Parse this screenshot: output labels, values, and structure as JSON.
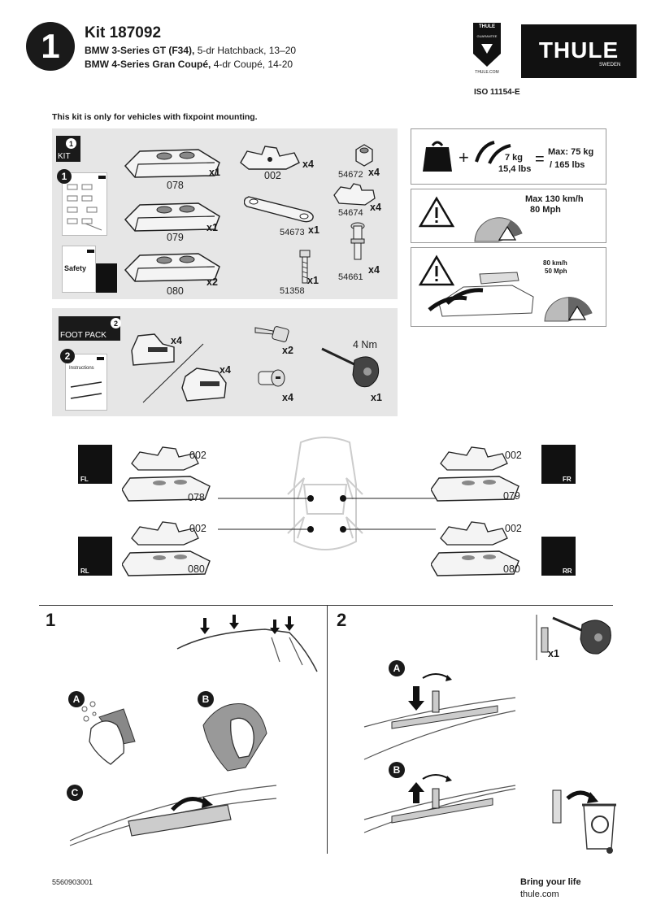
{
  "header": {
    "step": "1",
    "kit_title": "Kit 187092",
    "line1_model": "BMW 3-Series GT (F34),",
    "line1_rest": " 5-dr Hatchback, 13–20",
    "line2_model": "BMW 4-Series Gran Coupé,",
    "line2_rest": " 4-dr Coupé, 14-20",
    "brand": "THULE",
    "brand_sub": "SWEDEN",
    "seal_top": "THULE",
    "seal_mid": "GUARANTEE",
    "seal_bottom": "THULE.COM",
    "iso": "ISO 11154-E"
  },
  "notice": "This kit is only for vehicles with fixpoint mounting.",
  "kit_panel": {
    "badge": "1",
    "tag": "KIT",
    "booklet_step": "1",
    "safety_label": "Safety",
    "parts": [
      {
        "id": "078",
        "qty": "x1"
      },
      {
        "id": "079",
        "qty": "x1"
      },
      {
        "id": "080",
        "qty": "x2"
      },
      {
        "id": "002",
        "qty": "x4"
      },
      {
        "id": "54672",
        "qty": "x4"
      },
      {
        "id": "54674",
        "qty": "x4"
      },
      {
        "id": "54673",
        "qty": "x1"
      },
      {
        "id": "54661",
        "qty": "x4"
      },
      {
        "id": "51358",
        "qty": "x1"
      }
    ]
  },
  "foot_panel": {
    "badge": "2",
    "tag": "FOOT PACK",
    "booklet_step": "2",
    "instructions_label": "Instructions",
    "foot1_qty": "x4",
    "foot2_qty": "x4",
    "key_qty": "x2",
    "lock_qty": "x4",
    "torque": "4 Nm",
    "tool_qty": "x1"
  },
  "specs": {
    "bar_weight": "7 kg",
    "bar_weight_lbs": "15,4 lbs",
    "equals": "=",
    "plus": "+",
    "max_load": "Max: 75 kg",
    "max_load_lbs": "/ 165 lbs",
    "max_speed": "Max  130 km/h",
    "max_speed_mph": "80 Mph",
    "loaded_speed": "80 km/h",
    "loaded_speed_mph": "50 Mph"
  },
  "positions": {
    "fl": {
      "corner": "FL",
      "top": "002",
      "bottom": "078"
    },
    "fr": {
      "corner": "FR",
      "top": "002",
      "bottom": "079"
    },
    "rl": {
      "corner": "RL",
      "top": "002",
      "bottom": "080"
    },
    "rr": {
      "corner": "RR",
      "top": "002",
      "bottom": "080"
    }
  },
  "step1": {
    "number": "1",
    "a": "A",
    "b": "B",
    "c": "C"
  },
  "step2": {
    "number": "2",
    "a": "A",
    "b": "B",
    "screw_qty": "x1"
  },
  "footer": {
    "code": "5560903001",
    "slogan": "Bring your life",
    "url": "thule.com"
  }
}
